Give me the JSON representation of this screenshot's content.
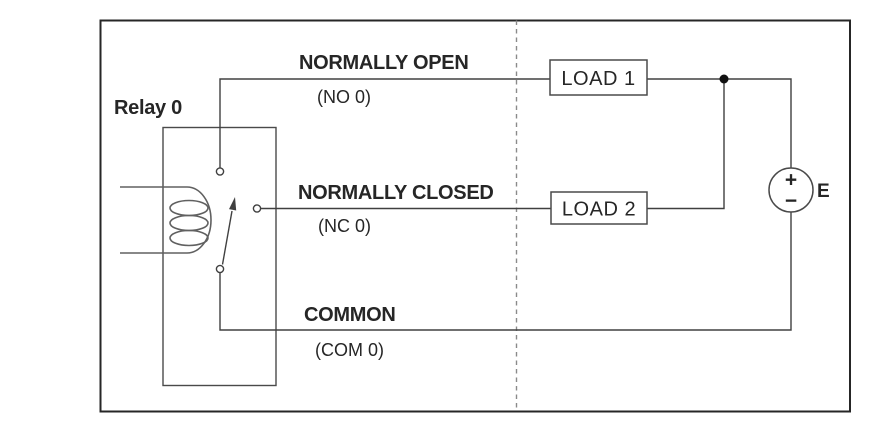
{
  "colors": {
    "border": "#262626",
    "wire": "#404040",
    "box": "#4a4a4a",
    "coil": "#606060",
    "dashed": "#8a8a8a",
    "text": "#262626",
    "dot": "#111111"
  },
  "diagram": {
    "relay_label": "Relay 0",
    "terminals": {
      "no": {
        "name": "NORMALLY OPEN",
        "code": "(NO 0)"
      },
      "nc": {
        "name": "NORMALLY CLOSED",
        "code": "(NC 0)"
      },
      "com": {
        "name": "COMMON",
        "code": "(COM 0)"
      }
    },
    "loads": [
      {
        "label": "LOAD 1"
      },
      {
        "label": "LOAD 2"
      }
    ],
    "source": {
      "label": "E",
      "plus": "+",
      "minus": "−"
    }
  }
}
